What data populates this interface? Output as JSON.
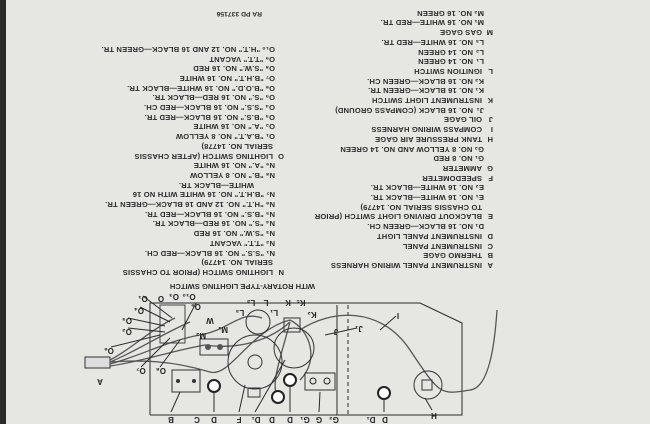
{
  "title": "WITH ROTARY-TYPE LIGHTING SWITCH",
  "reference": "RA PD 337156",
  "left_column": [
    {
      "code": "A",
      "text": "INSTRUMENT PANEL WIRING HARNESS",
      "kind": "head"
    },
    {
      "code": "B",
      "text": "THERMO GAGE",
      "kind": "head"
    },
    {
      "code": "C",
      "text": "INSTRUMENT PANEL",
      "kind": "head"
    },
    {
      "code": "D",
      "text": "INSTRUMENT PANEL LIGHT",
      "kind": "head"
    },
    {
      "code": "D₁",
      "text": "NO. 16 BLACK—GREEN CH.",
      "kind": "sub"
    },
    {
      "code": "E",
      "text": "BLACKOUT DRIVING LIGHT SWITCH (PRIOR",
      "kind": "head"
    },
    {
      "code": "",
      "text": "TO CHASSIS SERIAL NO. 14779)",
      "kind": "cont"
    },
    {
      "code": "E₁",
      "text": "NO. 16 WHITE—BLACK TR.",
      "kind": "sub"
    },
    {
      "code": "E₂",
      "text": "NO. 16 WHITE—BLACK TR.",
      "kind": "sub"
    },
    {
      "code": "F",
      "text": "SPEEDOMETER",
      "kind": "head"
    },
    {
      "code": "G",
      "text": "AMMETER",
      "kind": "head"
    },
    {
      "code": "G₁",
      "text": "NO. 8 RED",
      "kind": "sub"
    },
    {
      "code": "G₂",
      "text": "NO. 8 YELLOW AND NO. 14 GREEN",
      "kind": "sub"
    },
    {
      "code": "H",
      "text": "TANK PRESSURE AIR GAGE",
      "kind": "head"
    },
    {
      "code": "I",
      "text": "COMPASS WIRING HARNESS",
      "kind": "head"
    },
    {
      "code": "J",
      "text": "OIL GAGE",
      "kind": "head"
    },
    {
      "code": "J₁",
      "text": "NO. 16 BLACK (COMPASS GROUND)",
      "kind": "sub"
    },
    {
      "code": "K",
      "text": "INSTRUMENT LIGHT SWITCH",
      "kind": "head"
    },
    {
      "code": "K₁",
      "text": "NO. 16 BLACK—GREEN TR.",
      "kind": "sub"
    },
    {
      "code": "K₂",
      "text": "NO. 16 BLACK—GREEN CH.",
      "kind": "sub"
    },
    {
      "code": "L",
      "text": "IGNITION SWITCH",
      "kind": "head"
    },
    {
      "code": "L₁",
      "text": "NO. 14 GREEN",
      "kind": "sub"
    },
    {
      "code": "L₂",
      "text": "NO. 14 GREEN",
      "kind": "sub"
    },
    {
      "code": "L₃",
      "text": "NO. 16 WHITE—RED TR.",
      "kind": "sub"
    },
    {
      "code": "M",
      "text": "GAS GAGE",
      "kind": "head"
    },
    {
      "code": "M₁",
      "text": "NO. 16 WHITE—RED TR.",
      "kind": "sub"
    },
    {
      "code": "M₂",
      "text": "NO. 16 GREEN",
      "kind": "sub"
    }
  ],
  "right_column": [
    {
      "code": "N",
      "text": "LIGHTING SWITCH (PRIOR TO CHASSIS",
      "kind": "head"
    },
    {
      "code": "",
      "text": "SERIAL NO. 14779)",
      "kind": "cont"
    },
    {
      "code": "N₁",
      "text": "\"S.S.\" NO. 16 BLACK—RED CH.",
      "kind": "sub"
    },
    {
      "code": "N₂",
      "text": "\"T.T.\" VACANT",
      "kind": "sub"
    },
    {
      "code": "N₃",
      "text": "\"S.W.\" NO. 16 RED",
      "kind": "sub"
    },
    {
      "code": "N₄",
      "text": "\"S.\" NO. 16 RED—BLACK TR.",
      "kind": "sub"
    },
    {
      "code": "N₅",
      "text": "\"B.S.\" NO. 16 BLACK—RED TR.",
      "kind": "sub"
    },
    {
      "code": "N₆",
      "text": "\"H.T.\" NO. 12 AND 16 BLACK—GREEN TR.",
      "kind": "sub"
    },
    {
      "code": "N₇",
      "text": "\"B.H.T.\" NO. 16 WHITE WITH NO 16",
      "kind": "sub"
    },
    {
      "code": "",
      "text": "WHITE—BLACK TR.",
      "kind": "cont2"
    },
    {
      "code": "N₈",
      "text": "\"B.\" NO. 8 YELLOW",
      "kind": "sub"
    },
    {
      "code": "N₉",
      "text": "\"A.\" NO. 16 WHITE",
      "kind": "sub"
    },
    {
      "code": "O",
      "text": "LIGHTING SWITCH (AFTER CHASSIS",
      "kind": "head"
    },
    {
      "code": "",
      "text": "SERIAL NO. 14778)",
      "kind": "cont"
    },
    {
      "code": "O₁",
      "text": "\"B.A.T.\" NO. 8 YELLOW",
      "kind": "sub"
    },
    {
      "code": "O₂",
      "text": "\"A.\" NO. 16 WHITE",
      "kind": "sub"
    },
    {
      "code": "O₃",
      "text": "\"B.S.\" NO. 16 BLACK—RED TR.",
      "kind": "sub"
    },
    {
      "code": "O₄",
      "text": "\"S.S.\" NO. 16 BLACK—RED CH.",
      "kind": "sub"
    },
    {
      "code": "O₅",
      "text": "\"S.\" NO. 16 RED—BLACK TR.",
      "kind": "sub"
    },
    {
      "code": "O₆",
      "text": "\"B.O.D.\" NO. 16 WHITE—BLACK TR.",
      "kind": "sub"
    },
    {
      "code": "O₇",
      "text": "\"B.H.T.\" NO. 16 WHITE",
      "kind": "sub"
    },
    {
      "code": "O₈",
      "text": "\"S.W.\" NO. 16 RED",
      "kind": "sub"
    },
    {
      "code": "O₉",
      "text": "\"T.T.\" VACANT",
      "kind": "sub"
    },
    {
      "code": "O₁₀",
      "text": "\"H.T.\" NO. 12 AND 16 BLACK—GREEN TR.",
      "kind": "sub"
    }
  ],
  "diagram_labels": [
    "A",
    "B",
    "C",
    "D",
    "F",
    "D₁",
    "D",
    "D",
    "G₁",
    "G",
    "G₂",
    "D₁",
    "D",
    "H",
    "I",
    "J",
    "J₁",
    "K",
    "K₁",
    "K₂",
    "L",
    "L₁",
    "L₂",
    "L₃",
    "W",
    "M₁",
    "M₂",
    "O₁",
    "O₃",
    "O₁₀",
    "O",
    "O₉",
    "O₄",
    "O₅",
    "O₂",
    "O₆",
    "O₇",
    "O₈"
  ]
}
